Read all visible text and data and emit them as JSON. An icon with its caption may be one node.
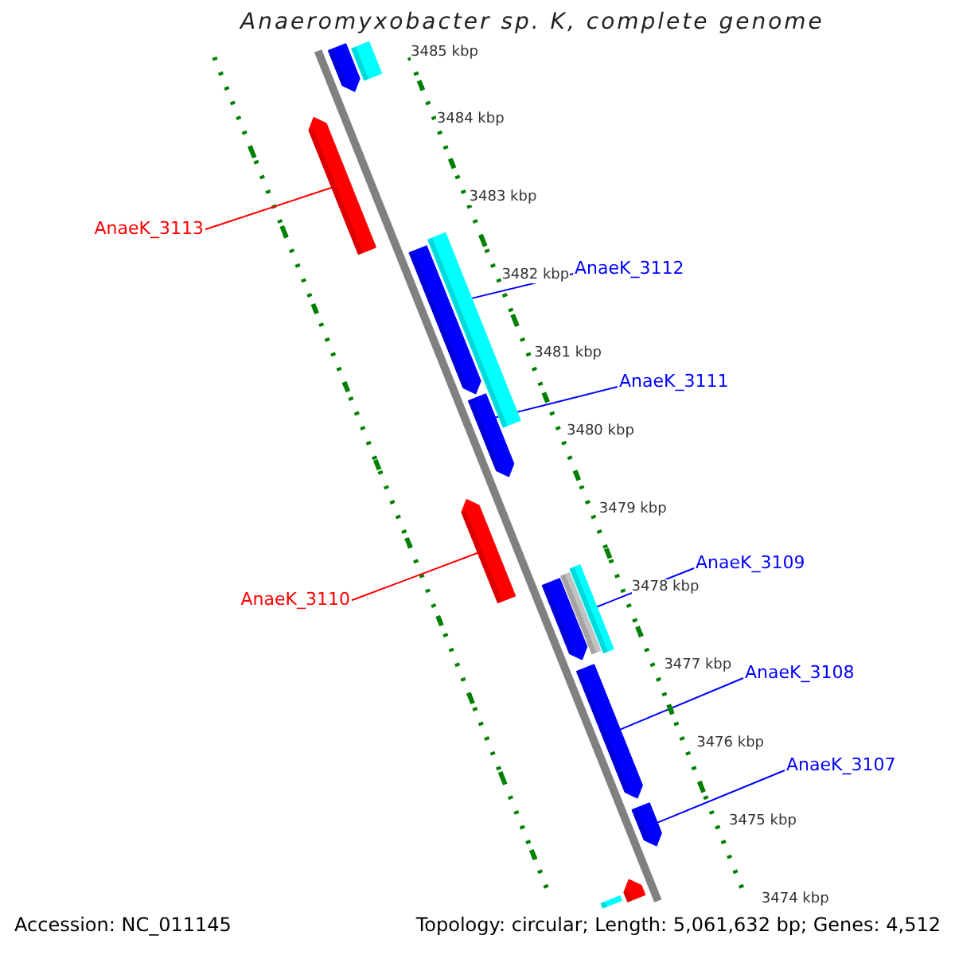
{
  "diagram": {
    "title": "Anaeromyxobacter sp. K, complete genome",
    "nodes": [
      {
        "text": [],
        "shape": "bar"
      },
      {
        "text": [],
        "shape": "bar"
      },
      {
        "text": [
          "AnaeK_3113"
        ]
      },
      {
        "text": [],
        "shape": "bar"
      },
      {
        "text": [],
        "shape": "bar"
      },
      {
        "text": [
          "AnaeK_3112"
        ]
      },
      {
        "text": [],
        "shape": "bar"
      },
      {
        "text": [
          "AnaeK_3111"
        ]
      },
      {
        "text": [],
        "shape": "bar"
      },
      {
        "text": [
          "AnaeK_3110"
        ]
      },
      {
        "text": [],
        "shape": "bar"
      },
      {
        "text": [
          "AnaeK_3109"
        ]
      },
      {
        "text": [],
        "shape": "bar"
      },
      {
        "text": [],
        "shape": "bar"
      },
      {
        "text": [],
        "shape": "bar"
      },
      {
        "text": [
          "AnaeK_3108"
        ]
      },
      {
        "text": [],
        "shape": "bar"
      },
      {
        "text": [
          "AnaeK_3107"
        ]
      },
      {
        "text": [],
        "shape": "bar"
      },
      {
        "text": [],
        "shape": "bar"
      },
      {
        "text": [],
        "shape": "bar"
      }
    ],
    "edges": [
      {
        "from": 2,
        "to": 3,
        "arrow": "none",
        "color": "#ff0000"
      },
      {
        "from": 5,
        "to": 6,
        "arrow": "none"
      },
      {
        "from": 7,
        "to": 8,
        "arrow": "none"
      },
      {
        "from": 9,
        "to": 10,
        "arrow": "none",
        "color": "#ff0000"
      },
      {
        "from": 11,
        "to": 14,
        "arrow": "none"
      },
      {
        "from": 15,
        "to": 16,
        "arrow": "none"
      },
      {
        "from": 17,
        "to": 18,
        "arrow": "none"
      }
    ],
    "labels": [
      "3485 kbp",
      "3484 kbp",
      "3483 kbp",
      "3482 kbp",
      "3481 kbp",
      "3480 kbp",
      "3479 kbp",
      "3478 kbp",
      "3477 kbp",
      "3476 kbp",
      "3475 kbp",
      "3474 kbp",
      "Accession: NC_011145",
      "Topology: circular; Length: 5,061,632 bp; Genes: 4,512"
    ]
  }
}
